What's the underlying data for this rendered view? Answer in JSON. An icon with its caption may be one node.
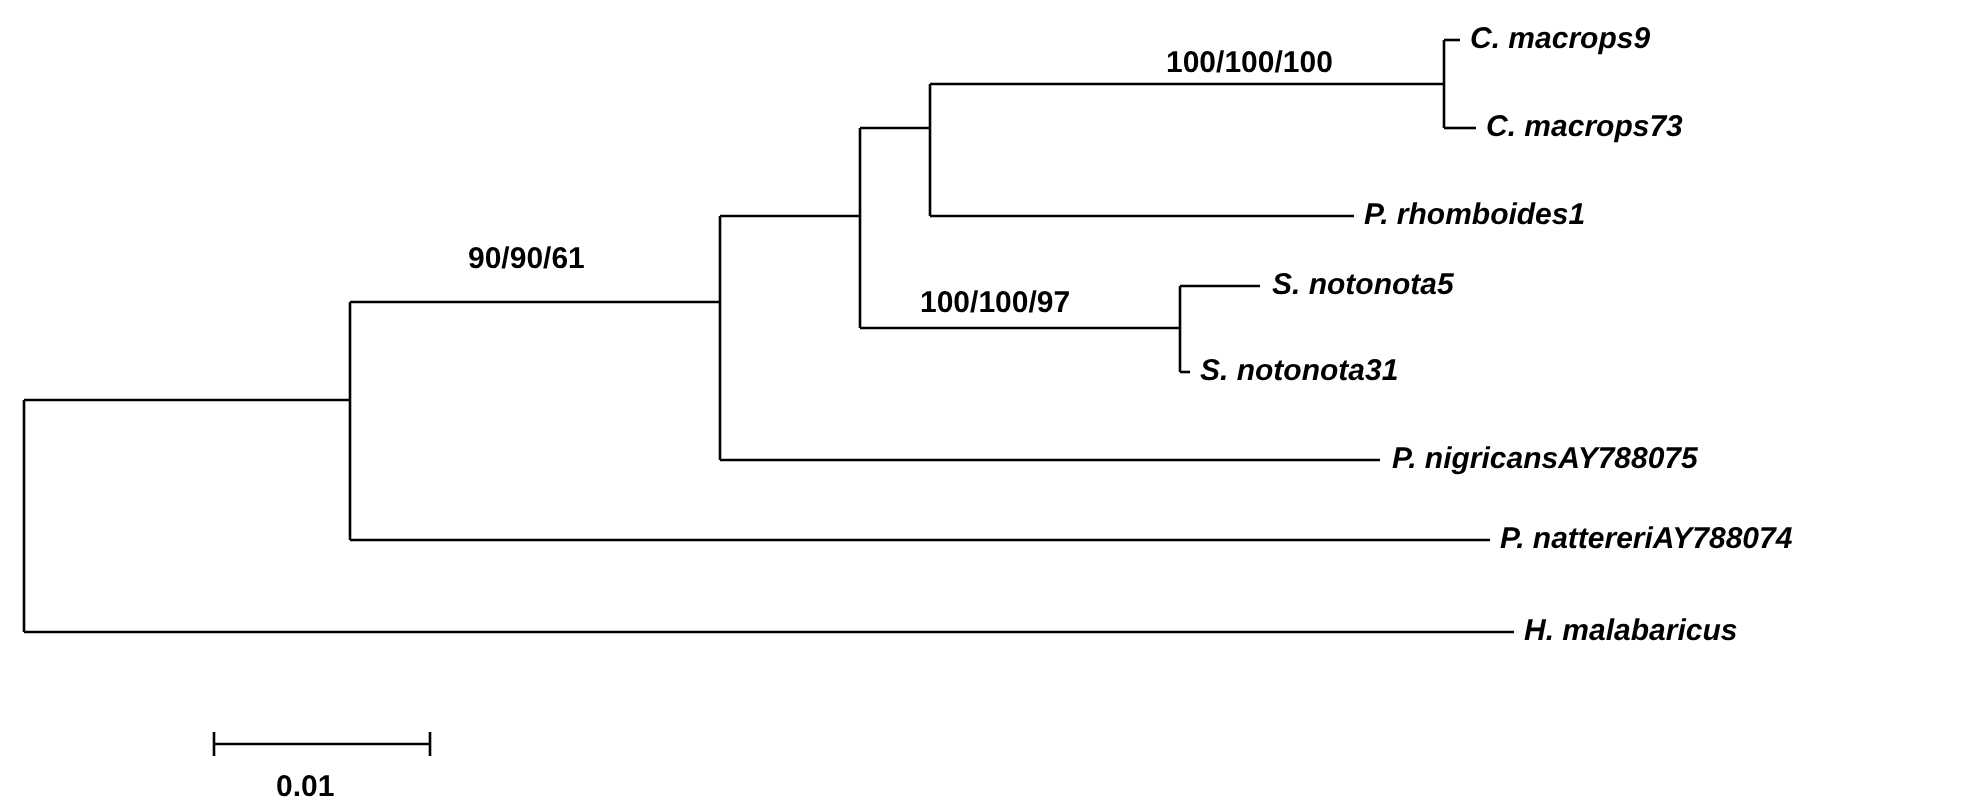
{
  "diagram": {
    "labels": [
      "100/100/100",
      "C. macrops9",
      "C. macrops73",
      "P. rhomboides1",
      "90/90/61",
      "100/100/97",
      "S. notonota5",
      "S. notonota31",
      "P. nigricansAY788075",
      "P. nattereriAY788074",
      "H. malabaricus",
      "0.01"
    ]
  }
}
